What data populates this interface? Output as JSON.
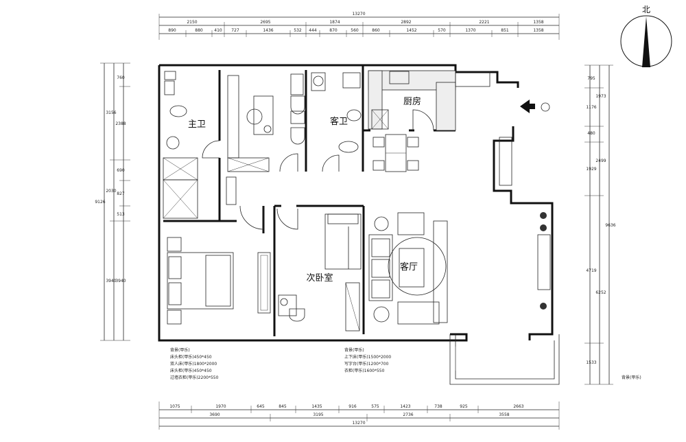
{
  "north_label": "北",
  "rooms": {
    "master_bath": "主卫",
    "guest_bath": "客卫",
    "kitchen": "厨房",
    "second_bedroom": "次卧室",
    "living_room": "客厅"
  },
  "dimensions": {
    "top_total": "13270",
    "top_row1": [
      "2150",
      "2695",
      "1874",
      "2892",
      "2221",
      "1358"
    ],
    "top_row2": [
      "890",
      "880",
      "410",
      "727",
      "1436",
      "532",
      "444",
      "870",
      "560",
      "860",
      "1452",
      "570",
      "1370",
      "851",
      "1358"
    ],
    "left_total": "9126",
    "left_row1": [
      "3156",
      "2030",
      "3940"
    ],
    "left_row2": [
      "760",
      "2388",
      "690",
      "827",
      "513",
      "3940"
    ],
    "right_total": "9636",
    "right_row1": [
      "1973",
      "2499",
      "6252"
    ],
    "right_row2": [
      "795",
      "1176",
      "480",
      "1929",
      "4719",
      "1533"
    ],
    "bottom_row1": [
      "1075",
      "1970",
      "645",
      "845",
      "1435",
      "916",
      "575",
      "1423",
      "738",
      "925",
      "2663"
    ],
    "bottom_row2": [
      "3690",
      "3195",
      "2736",
      "3558"
    ],
    "bottom_total": "13270"
  },
  "legend_left": [
    "背景(甲乐)",
    "床头柜(甲乐)450*450",
    "双人床(甲乐)1800*2000",
    "床头柜(甲乐)450*450",
    "过墙衣柜(甲乐)2200*550"
  ],
  "legend_right": [
    "背景(甲乐)",
    "上下床(甲乐)1500*2000",
    "写字台(甲乐)1200*700",
    "衣柜(甲乐)1600*550"
  ],
  "legend_corner": "背景(甲乐)"
}
